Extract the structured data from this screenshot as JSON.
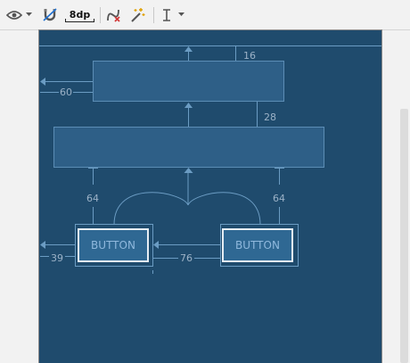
{
  "toolbar": {
    "view_options_icon": "eye-icon",
    "autoconnect_icon": "magnet-icon",
    "default_margin": "8dp",
    "clear_constraints_icon": "clear-constraints-icon",
    "infer_constraints_icon": "magic-wand-icon",
    "guidelines_icon": "guidelines-icon"
  },
  "canvas": {
    "margins": {
      "top_widget_top": "16",
      "top_widget_left": "60",
      "middle_to_top": "28",
      "left_button_top": "64",
      "right_button_top": "64",
      "left_button_left": "39",
      "between_buttons": "76"
    },
    "left_button_label": "BUTTON",
    "right_button_label": "BUTTON"
  },
  "colors": {
    "blueprint_bg": "#1f4b6d",
    "constraint": "#6b9cc3",
    "widget_fill": "#2e5f87"
  }
}
